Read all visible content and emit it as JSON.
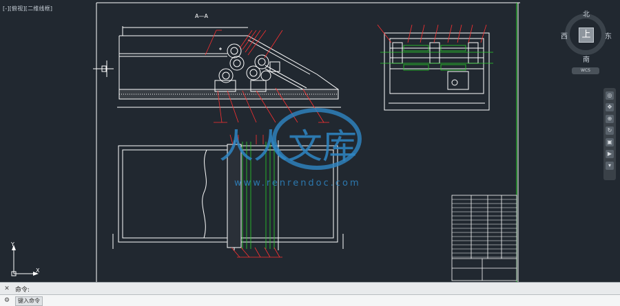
{
  "viewport": {
    "label": "[-][俯视][二维线框]"
  },
  "drawing": {
    "section_label": "A—A"
  },
  "compass": {
    "north": "北",
    "south": "南",
    "east": "东",
    "west": "西",
    "top": "上",
    "wcs": "WCS"
  },
  "ucs": {
    "y_label": "Y",
    "x_label": "X"
  },
  "watermark": {
    "text_cn": "人人文库",
    "text_url": "www.renrendoc.com",
    "color": "#2f86c4"
  },
  "command": {
    "history_label": "命令:",
    "prompt_label": "键入命令",
    "input_value": ""
  },
  "colors": {
    "background": "#212830",
    "line_white": "#ffffff",
    "line_red": "#ff3030",
    "line_green": "#2ad42a",
    "line_cyan": "#30d0d0"
  }
}
